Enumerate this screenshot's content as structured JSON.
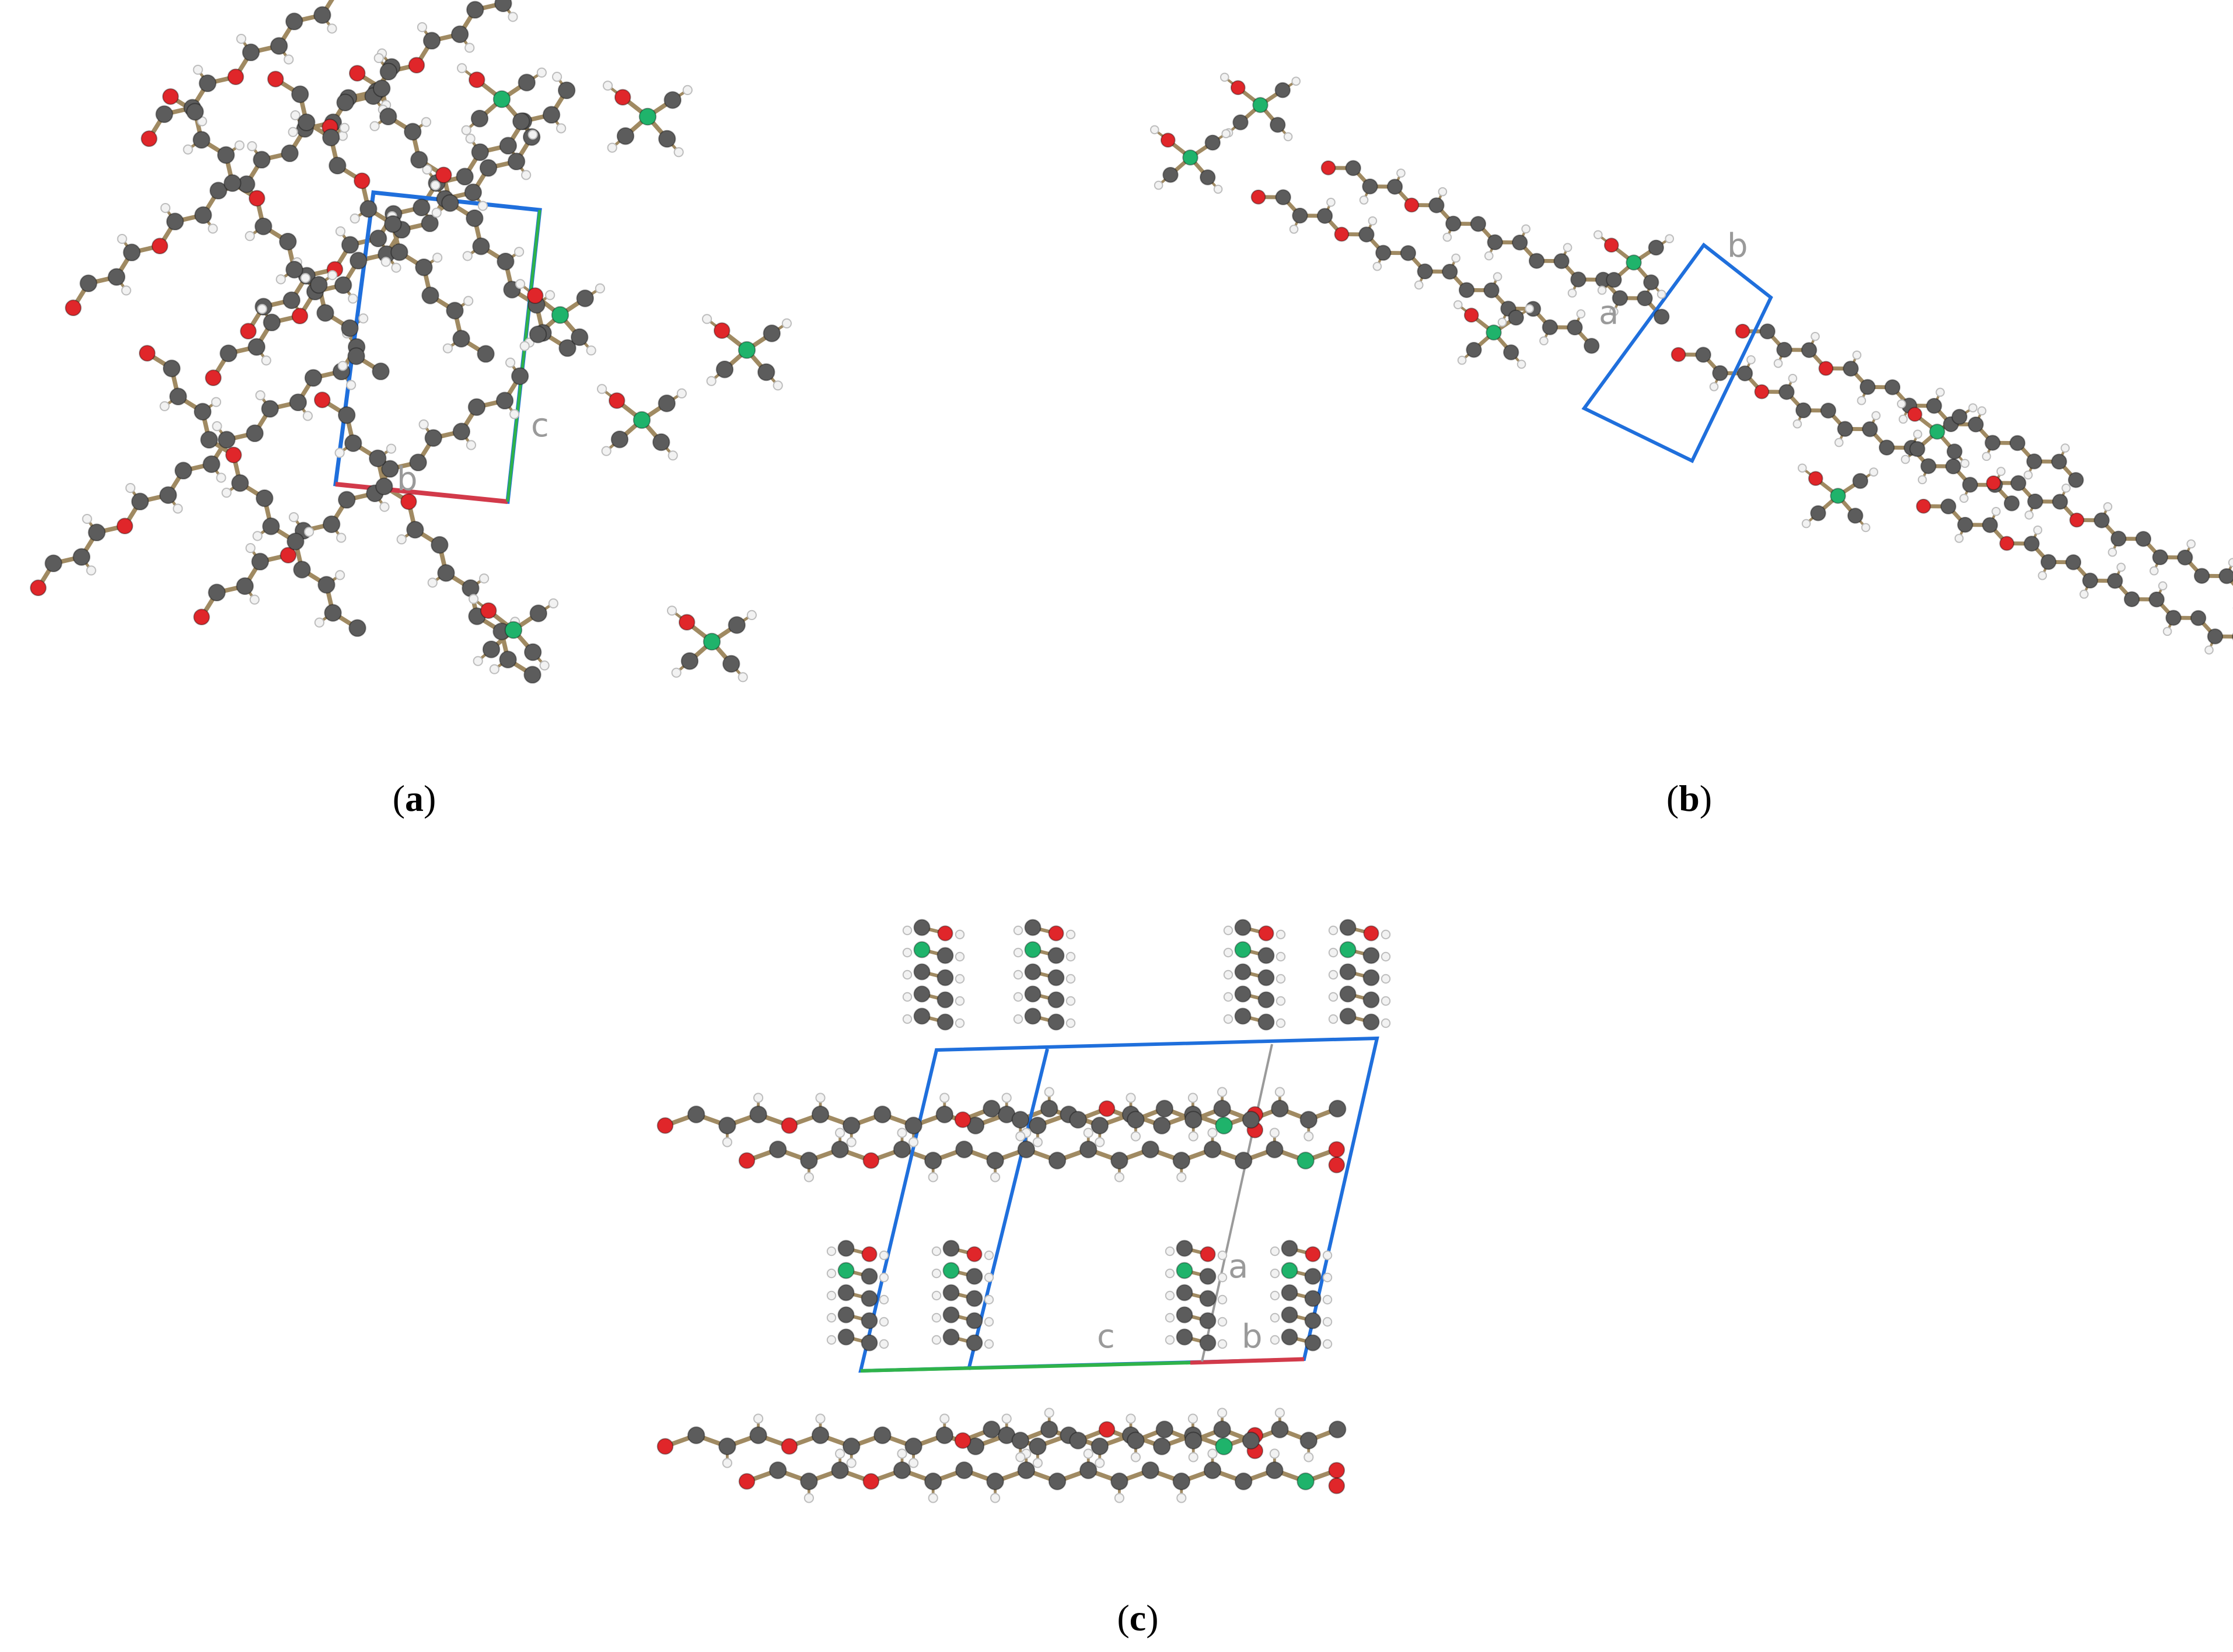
{
  "colors": {
    "carbon": "#5c5c5c",
    "oxygen": "#e0262a",
    "nitrogen": "#1fb36b",
    "hydrogen": "#f2f2f2",
    "bond": "#a08a62",
    "cell": "#1f6fdc",
    "axis_a": "#d23a4a",
    "axis_b": "#2fb34a",
    "axis_c": "#9a9a9a",
    "label": "#9a9a9a"
  },
  "panels": [
    {
      "id": "a",
      "caption_open": "(",
      "caption_letter": "a",
      "caption_close": ")",
      "axis_labels": [
        "c",
        "b"
      ]
    },
    {
      "id": "b",
      "caption_open": "(",
      "caption_letter": "b",
      "caption_close": ")",
      "axis_labels": [
        "b",
        "a"
      ]
    },
    {
      "id": "c",
      "caption_open": "(",
      "caption_letter": "c",
      "caption_close": ")",
      "axis_labels": [
        "a",
        "c",
        "b"
      ]
    }
  ]
}
